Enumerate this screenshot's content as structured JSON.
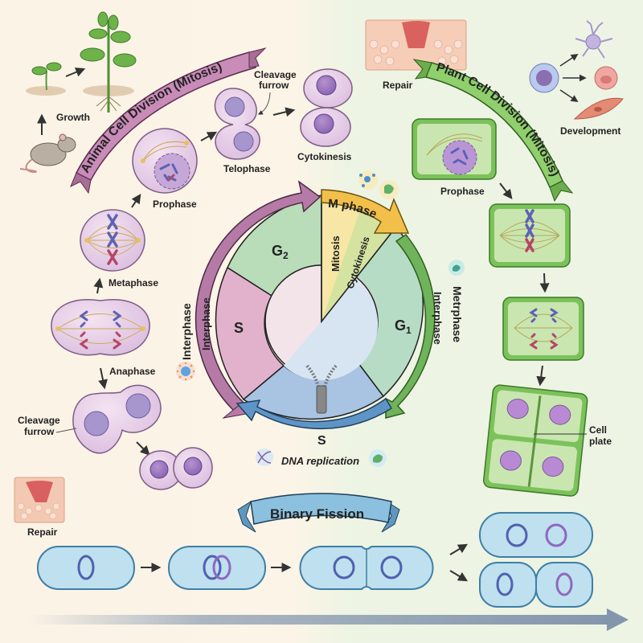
{
  "colors": {
    "animal": "#b57ba6",
    "animal_light": "#e6c4df",
    "plant": "#6fb35a",
    "plant_light": "#c9e6b4",
    "bacteria": "#6aa6cf",
    "bacteria_light": "#bfe0ee",
    "mphase": "#f2c04a",
    "g2": "#b9dcb9",
    "s_left": "#e2b2cc",
    "g1": "#b7dcc6",
    "s_bottom": "#a9c3e2"
  },
  "banners": {
    "animal": "Animal Cell Division (Mitosis)",
    "plant": "Plant Cell Division (Mitosis)",
    "binary": "Binary Fission"
  },
  "animal": {
    "growth": "Growth",
    "prophase": "Prophase",
    "metaphase": "Metaphase",
    "anaphase": "Anaphase",
    "telophase": "Telophase",
    "cytokinesis": "Cytokinesis",
    "cleavage_top_1": "Cleavage",
    "cleavage_top_2": "furrow",
    "cleavage_left_1": "Cleavage",
    "cleavage_left_2": "furrow",
    "repair": "Repair"
  },
  "plant": {
    "repair": "Repair",
    "development": "Development",
    "prophase": "Prophase",
    "cell_plate_1": "Cell",
    "cell_plate_2": "plate"
  },
  "cycle": {
    "m_phase": "M phase",
    "mitosis": "Mitosis",
    "cytokinesis": "Cytokinesis",
    "g2": "G",
    "g2_sub": "2",
    "g1": "G",
    "g1_sub": "1",
    "s_left": "S",
    "s_bottom": "S",
    "interphase_outer": "Interphase",
    "interphase_inner": "Interphase",
    "interphase_right": "Interphase",
    "metrphase": "Metrphase",
    "dna_replication": "DNA replication"
  }
}
